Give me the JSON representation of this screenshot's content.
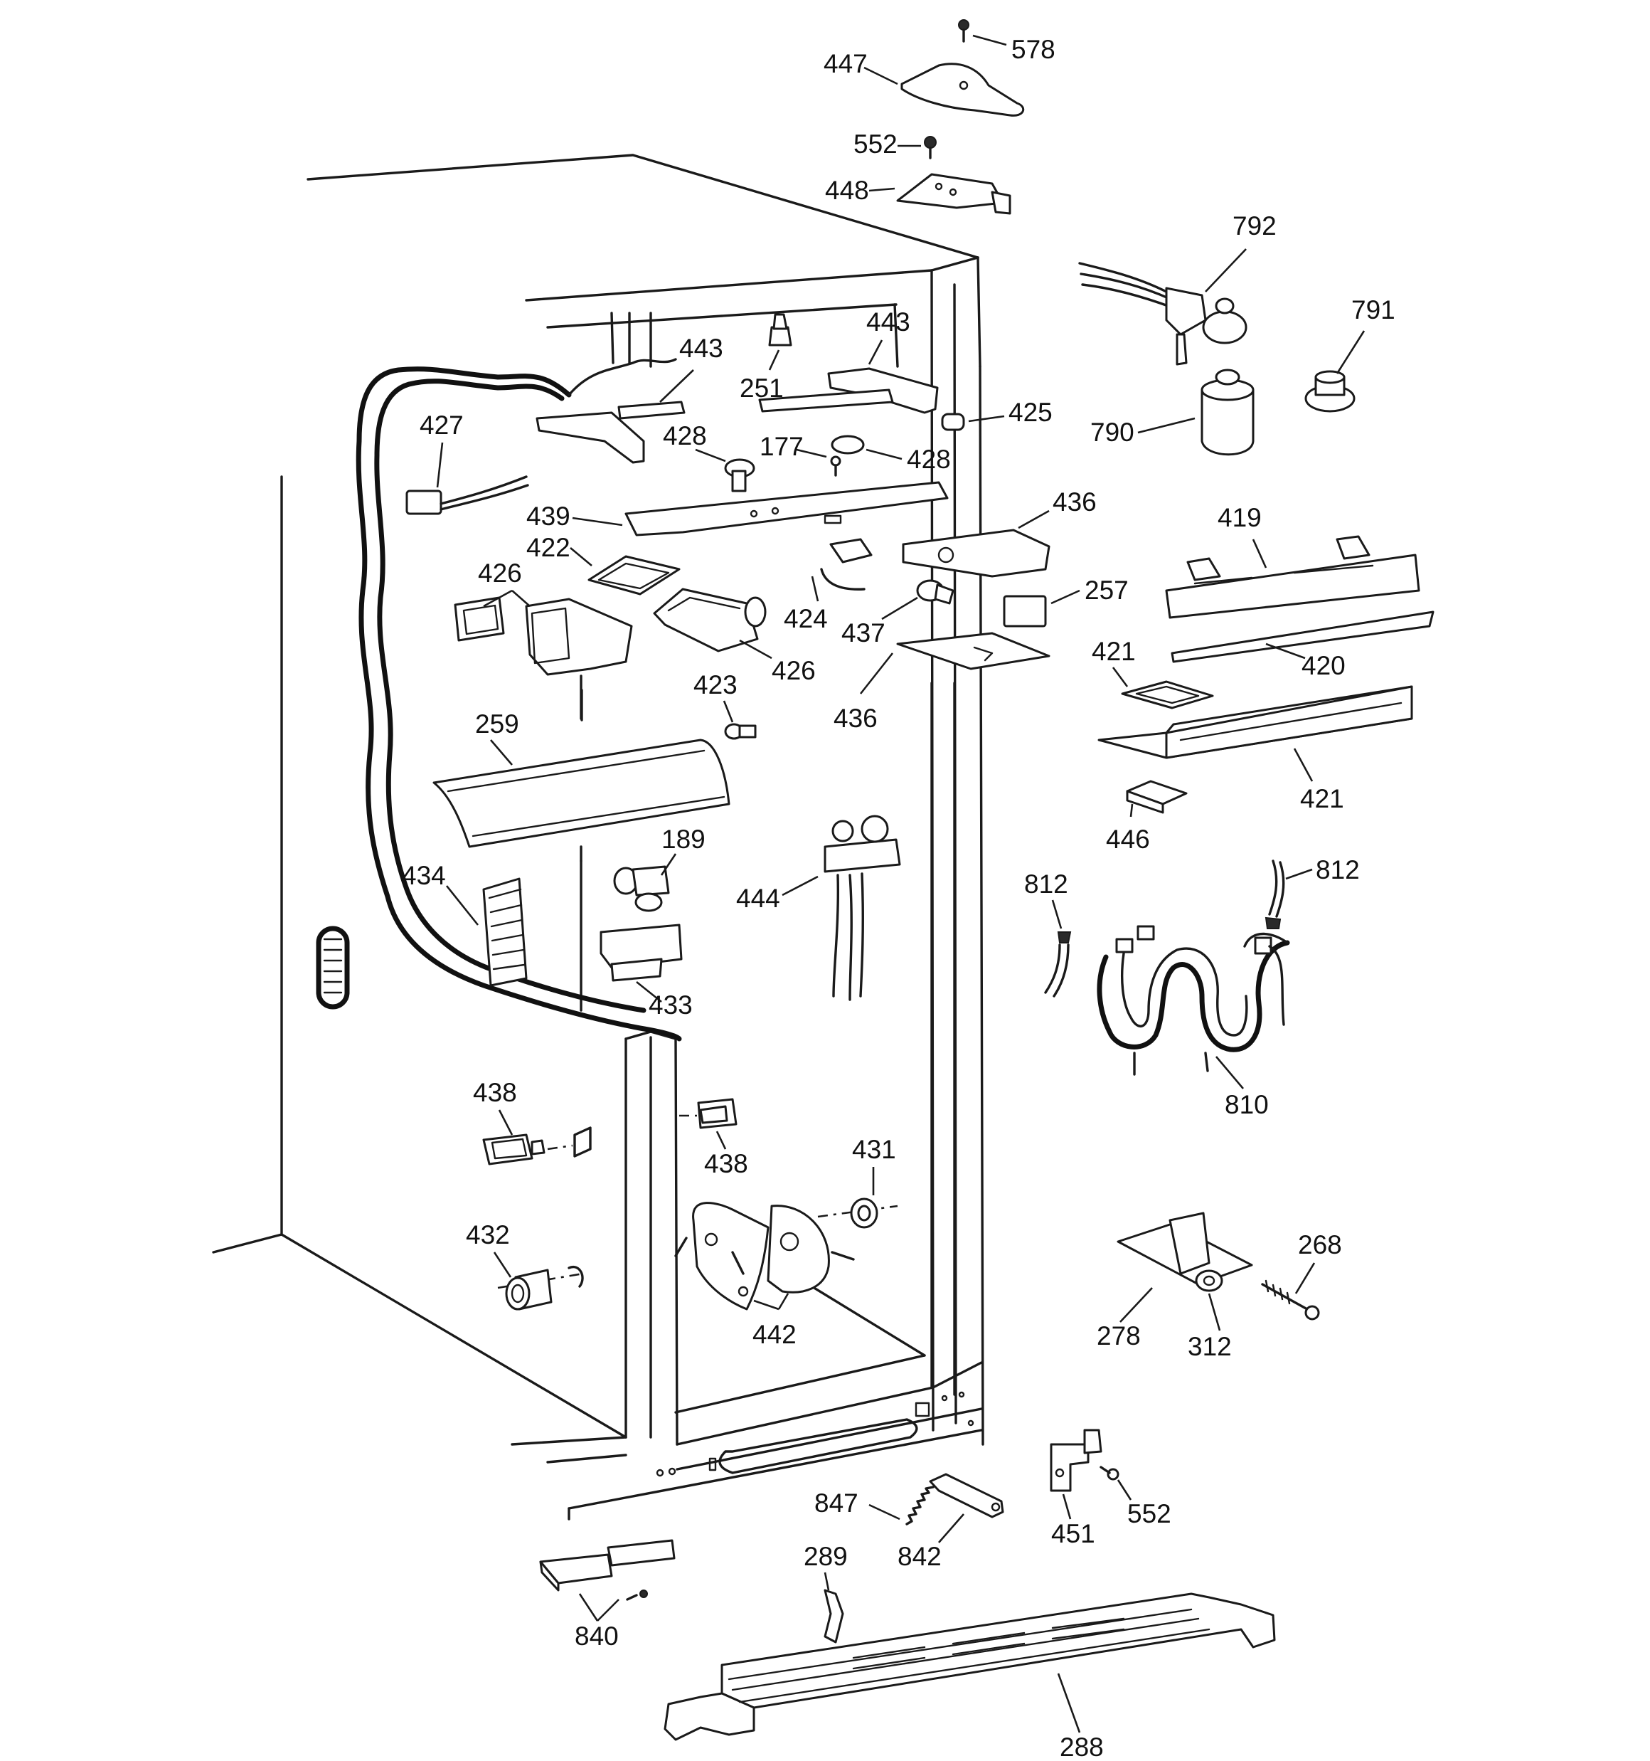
{
  "diagram": {
    "labels": [
      "578",
      "447",
      "552",
      "448",
      "792",
      "791",
      "790",
      "443",
      "443",
      "251",
      "425",
      "427",
      "428",
      "177",
      "428",
      "439",
      "436",
      "422",
      "426",
      "424",
      "437",
      "257",
      "419",
      "426",
      "420",
      "421",
      "436",
      "423",
      "421",
      "259",
      "446",
      "189",
      "444",
      "812",
      "812",
      "434",
      "433",
      "810",
      "438",
      "438",
      "431",
      "432",
      "442",
      "268",
      "278",
      "312",
      "847",
      "451",
      "552",
      "842",
      "289",
      "840",
      "288"
    ]
  }
}
